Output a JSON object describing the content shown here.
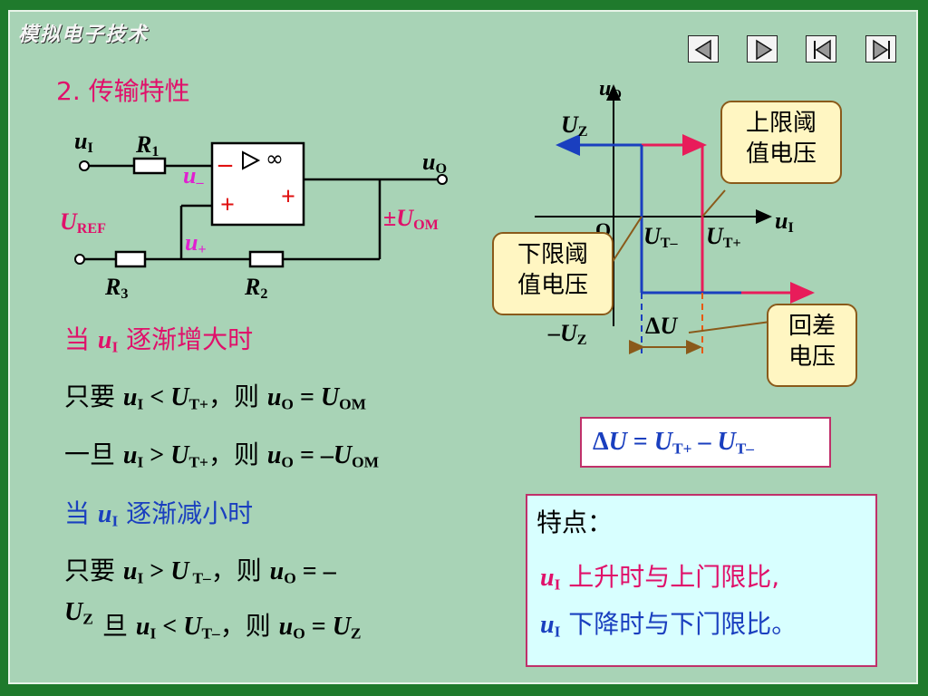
{
  "header": {
    "logo_text": "模拟电子技术"
  },
  "nav": {
    "prev": "previous",
    "next": "next",
    "first": "first",
    "last": "last"
  },
  "section_title": "2. 传输特性",
  "circuit": {
    "uI": "u",
    "uI_sub": "I",
    "R1": "R",
    "R1_sub": "1",
    "R2": "R",
    "R2_sub": "2",
    "R3": "R",
    "R3_sub": "3",
    "uO": "u",
    "uO_sub": "O",
    "uminus": "u",
    "uminus_sub": "–",
    "uplus": "u",
    "uplus_sub": "+",
    "UREF": "U",
    "UREF_sub": "REF",
    "infinity": "∞",
    "minus_sign": "–",
    "plus_sign_in": "+",
    "plus_sign_out": "+",
    "UOM_pm": "±",
    "UOM": "U",
    "UOM_sub": "OM"
  },
  "graph": {
    "uO": "u",
    "uO_sub": "O",
    "UZ": "U",
    "UZ_sub": "Z",
    "negUZ_pre": "–",
    "negUZ": "U",
    "negUZ_sub": "Z",
    "uI": "u",
    "uI_sub": "I",
    "origin": "O",
    "UTminus": "U",
    "UTminus_sub": "T–",
    "UTplus": "U",
    "UTplus_sub": "T+",
    "dU_delta": "Δ",
    "dU": "U",
    "callout_upper": [
      "上限阈",
      "值电压"
    ],
    "callout_lower": [
      "下限阈",
      "值电压"
    ],
    "callout_hyst": [
      "回差",
      "电压"
    ]
  },
  "formula": {
    "d": "Δ",
    "U": "U",
    "eq": " = ",
    "UTp": "U",
    "UTp_sub": "T+",
    "minus": " – ",
    "UTm": "U",
    "UTm_sub": "T–"
  },
  "text": {
    "inc_heading_pre": "当 ",
    "inc_heading_var": "u",
    "inc_heading_sub": "I",
    "inc_heading_post": " 逐渐增大时",
    "line1_pre": "只要 ",
    "line1_u": "u",
    "line1_usub": "I",
    "line1_op": " < ",
    "line1_U": "U",
    "line1_Usub": "T+",
    "line1_mid": "，则 ",
    "line1_o": "u",
    "line1_osub": "O",
    "line1_eq": " = ",
    "line1_R": "U",
    "line1_Rsub": "OM",
    "line2_pre": "一旦 ",
    "line2_u": "u",
    "line2_usub": "I",
    "line2_op": " > ",
    "line2_U": "U",
    "line2_Usub": "T+",
    "line2_mid": "，则 ",
    "line2_o": "u",
    "line2_osub": "O",
    "line2_eq": " = –",
    "line2_R": "U",
    "line2_Rsub": "OM",
    "dec_heading_pre": "当 ",
    "dec_heading_var": "u",
    "dec_heading_sub": "I",
    "dec_heading_post": " 逐渐减小时",
    "line3_pre": "只要 ",
    "line3_u": "u",
    "line3_usub": "I",
    "line3_op": " > ",
    "line3_U": "U",
    "line3_Usub": " T–",
    "line3_mid": "，则 ",
    "line3_o": "u",
    "line3_osub": "O",
    "line3_eq": " = –",
    "line3_wrap": "U",
    "line3_wrap_sub": "Z",
    "line4_pre": "旦 ",
    "line4_u": "u",
    "line4_usub": "I",
    "line4_op": " < ",
    "line4_U": "U",
    "line4_Usub": "T–",
    "line4_mid": "，则 ",
    "line4_o": "u",
    "line4_osub": "O",
    "line4_eq": " = ",
    "line4_R": "U",
    "line4_Rsub": "Z"
  },
  "features": {
    "title": "特点：",
    "l1_var": "u",
    "l1_sub": "I",
    "l1_text": " 上升时与上门限比,",
    "l2_var": "u",
    "l2_sub": "I",
    "l2_text": " 下降时与下门限比。"
  },
  "colors": {
    "background": "#a8d3b6",
    "frame": "#1f7a2c",
    "blue": "#1a3fbf",
    "pink": "#e81c5a",
    "red": "#e01010",
    "magenta": "#e020d0"
  }
}
